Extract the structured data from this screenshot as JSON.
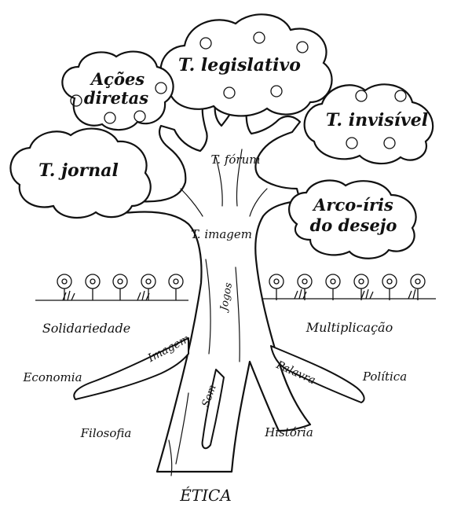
{
  "diagram": {
    "clouds": {
      "legislativo": "T. legislativo",
      "acoes_line1": "Ações",
      "acoes_line2": "diretas",
      "invisivel": "T. invisível",
      "jornal": "T. jornal",
      "arco_line1": "Arco-íris",
      "arco_line2": "do desejo"
    },
    "trunk": {
      "forum": "T. fórum",
      "imagem": "T. imagem",
      "jogos": "Jogos"
    },
    "roots": {
      "imagem": "Imagem",
      "som": "Som",
      "palavra": "Palavra"
    },
    "ground": {
      "solidariedade": "Solidariedade",
      "multiplicacao": "Multiplicação",
      "economia": "Economia",
      "politica": "Política",
      "filosofia": "Filosofia",
      "historia": "História",
      "etica": "ÉTICA"
    },
    "colors": {
      "ink": "#111111",
      "paper": "#ffffff"
    }
  }
}
